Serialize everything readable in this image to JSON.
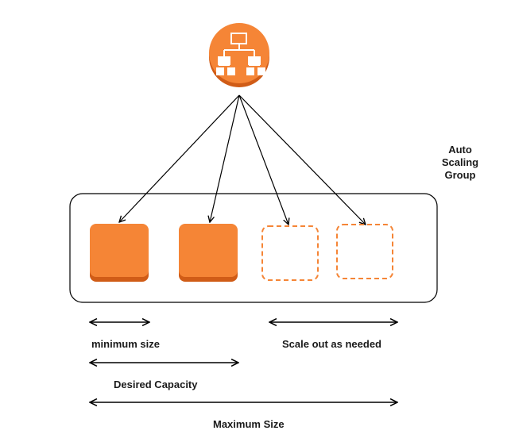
{
  "group": {
    "title_line1": "Auto",
    "title_line2": "Scaling",
    "title_line3": "Group"
  },
  "labels": {
    "minimum_size": "minimum size",
    "scale_out": "Scale out as needed",
    "desired_capacity": "Desired Capacity",
    "maximum_size": "Maximum Size"
  },
  "colors": {
    "instance_fill": "#F58536",
    "instance_shadow": "#D05C17",
    "balancer_fill": "#F58536",
    "balancer_shadow": "#D05C17",
    "stroke": "#000000"
  },
  "icons": {
    "balancer": "load-balancer-hierarchy-icon"
  }
}
